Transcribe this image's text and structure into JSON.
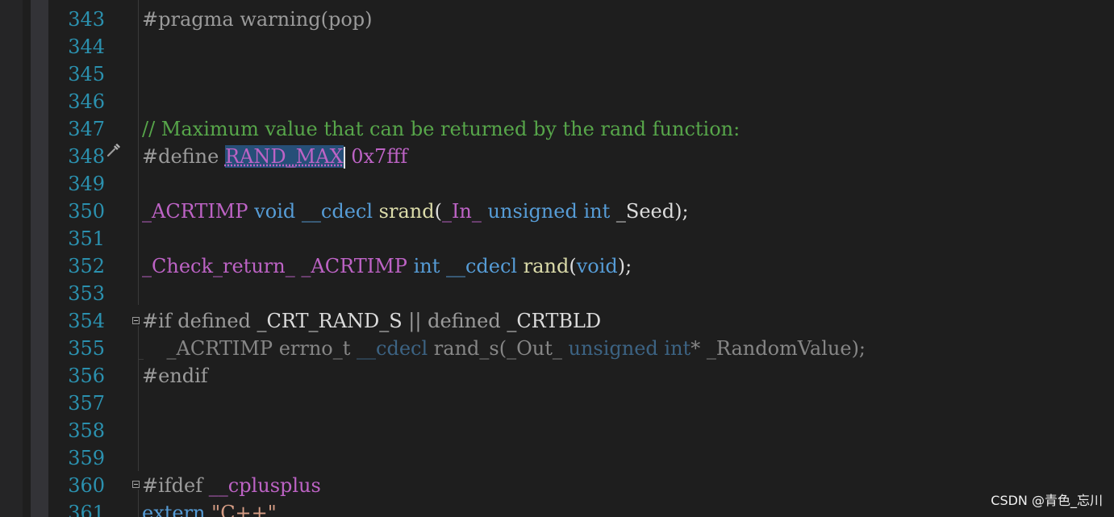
{
  "editor": {
    "line_numbers": [
      "343",
      "344",
      "345",
      "346",
      "347",
      "348",
      "349",
      "350",
      "351",
      "352",
      "353",
      "354",
      "355",
      "356",
      "357",
      "358",
      "359",
      "360",
      "361"
    ],
    "lines": {
      "l343": {
        "a": "#pragma warning(pop)"
      },
      "l347": {
        "a": "// Maximum value that can be returned by the rand function:"
      },
      "l348": {
        "a": "#define ",
        "b": "RAND_MAX",
        "c": " 0x7fff"
      },
      "l350": {
        "a": "_ACRTIMP",
        "b": " ",
        "c": "void",
        "d": " ",
        "e": "__cdecl",
        "f": " ",
        "g": "srand",
        "h": "(",
        "i": "_In_",
        "j": " ",
        "k": "unsigned",
        "l": " ",
        "m": "int",
        "n": " _Seed);"
      },
      "l352": {
        "a": "_Check_return_",
        "b": " ",
        "c": "_ACRTIMP",
        "d": " ",
        "e": "int",
        "f": " ",
        "g": "__cdecl",
        "h": " ",
        "i": "rand",
        "j": "(",
        "k": "void",
        "l": ");"
      },
      "l354": {
        "a": "#if ",
        "b": "defined",
        "c": " _CRT_RAND_S",
        "d": " || ",
        "e": "defined",
        "f": " _CRTBLD"
      },
      "l355": {
        "a": "    _ACRTIMP errno_t ",
        "b": "__cdecl",
        "c": " rand_s(_Out_ ",
        "d": "unsigned",
        "e": " ",
        "f": "int",
        "g": "* _RandomValue);"
      },
      "l356": {
        "a": "#endif"
      },
      "l360": {
        "a": "#ifdef ",
        "b": "__cplusplus"
      },
      "l361": {
        "a": "extern ",
        "b": "\"C++\""
      }
    },
    "quick_action_icon": "screwdriver-icon"
  },
  "watermark": {
    "text": "CSDN @青色_忘川"
  },
  "colors": {
    "background": "#1e1e1e",
    "line_number": "#2b91af",
    "comment": "#57a64a",
    "keyword": "#569cd6",
    "macro": "#bd63c5",
    "function": "#dcdcaa",
    "selection": "#264f78"
  }
}
